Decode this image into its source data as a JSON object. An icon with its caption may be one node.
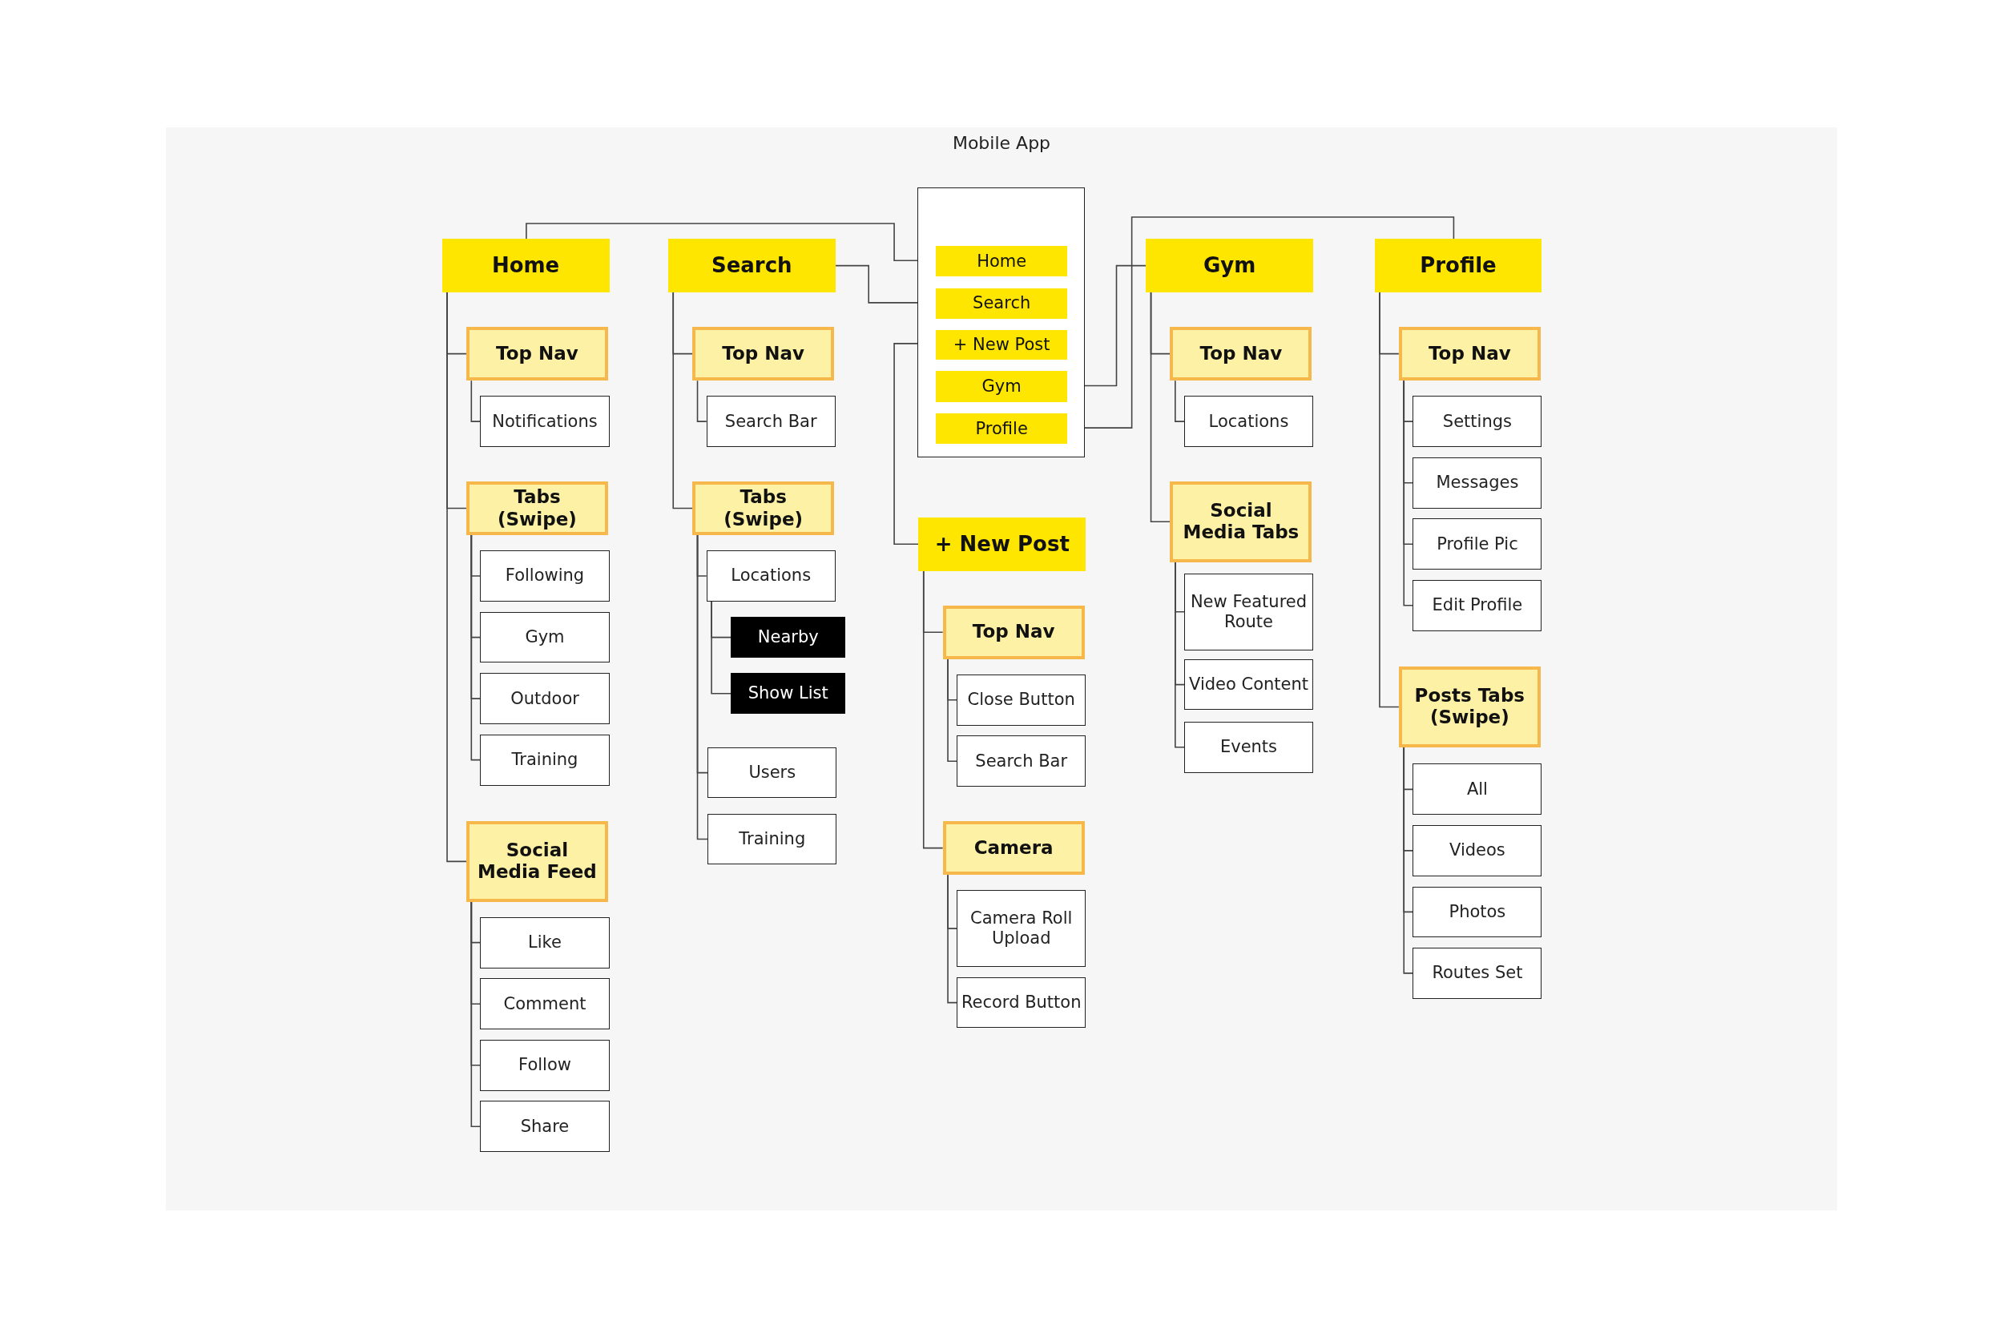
{
  "diagram": {
    "title": "Mobile App",
    "nodes": [
      {
        "text": [],
        "shape": "box"
      },
      {
        "text": [
          "Home"
        ],
        "in": 0
      },
      {
        "text": [
          "Search"
        ],
        "in": 0
      },
      {
        "text": [
          "+ New Post"
        ],
        "in": 0
      },
      {
        "text": [
          "Gym"
        ],
        "in": 0
      },
      {
        "text": [
          "Profile"
        ],
        "in": 0
      },
      {
        "text": [
          "Home"
        ]
      },
      {
        "text": [
          "Top Nav"
        ]
      },
      {
        "text": [
          "Notifications"
        ]
      },
      {
        "text": [
          "Tabs (Swipe)"
        ]
      },
      {
        "text": [
          "Following"
        ]
      },
      {
        "text": [
          "Gym"
        ]
      },
      {
        "text": [
          "Outdoor"
        ]
      },
      {
        "text": [
          "Training"
        ]
      },
      {
        "text": [
          "Social Media Feed"
        ]
      },
      {
        "text": [
          "Like"
        ]
      },
      {
        "text": [
          "Comment"
        ]
      },
      {
        "text": [
          "Follow"
        ]
      },
      {
        "text": [
          "Share"
        ]
      },
      {
        "text": [
          "Search"
        ]
      },
      {
        "text": [
          "Top Nav"
        ]
      },
      {
        "text": [
          "Search Bar"
        ]
      },
      {
        "text": [
          "Tabs (Swipe)"
        ]
      },
      {
        "text": [
          "Locations"
        ]
      },
      {
        "text": [
          "Nearby"
        ]
      },
      {
        "text": [
          "Show List"
        ]
      },
      {
        "text": [
          "Users"
        ]
      },
      {
        "text": [
          "Training"
        ]
      },
      {
        "text": [
          "+ New Post"
        ]
      },
      {
        "text": [
          "Top Nav"
        ]
      },
      {
        "text": [
          "Close Button"
        ]
      },
      {
        "text": [
          "Search Bar"
        ]
      },
      {
        "text": [
          "Camera"
        ]
      },
      {
        "text": [
          "Camera Roll Upload"
        ]
      },
      {
        "text": [
          "Record Button"
        ]
      },
      {
        "text": [
          "Gym"
        ]
      },
      {
        "text": [
          "Top Nav"
        ]
      },
      {
        "text": [
          "Locations"
        ]
      },
      {
        "text": [
          "Social Media Tabs"
        ]
      },
      {
        "text": [
          "New Featured Route"
        ]
      },
      {
        "text": [
          "Video Content"
        ]
      },
      {
        "text": [
          "Events"
        ]
      },
      {
        "text": [
          "Profile"
        ]
      },
      {
        "text": [
          "Top Nav"
        ]
      },
      {
        "text": [
          "Settings"
        ]
      },
      {
        "text": [
          "Messages"
        ]
      },
      {
        "text": [
          "Profile Pic"
        ]
      },
      {
        "text": [
          "Edit Profile"
        ]
      },
      {
        "text": [
          "Posts Tabs (Swipe)"
        ]
      },
      {
        "text": [
          "All"
        ]
      },
      {
        "text": [
          "Videos"
        ]
      },
      {
        "text": [
          "Photos"
        ]
      },
      {
        "text": [
          "Routes Set"
        ]
      }
    ],
    "edges": [
      {
        "from": 1,
        "to": 6,
        "arrow": "none"
      },
      {
        "from": 2,
        "to": 19,
        "arrow": "none"
      },
      {
        "from": 3,
        "to": 28,
        "arrow": "none"
      },
      {
        "from": 4,
        "to": 35,
        "arrow": "none"
      },
      {
        "from": 5,
        "to": 42,
        "arrow": "none"
      },
      {
        "from": 6,
        "to": 7,
        "arrow": "none"
      },
      {
        "from": 7,
        "to": 8,
        "arrow": "none"
      },
      {
        "from": 6,
        "to": 9,
        "arrow": "none"
      },
      {
        "from": 9,
        "to": 10,
        "arrow": "none"
      },
      {
        "from": 9,
        "to": 11,
        "arrow": "none"
      },
      {
        "from": 9,
        "to": 12,
        "arrow": "none"
      },
      {
        "from": 9,
        "to": 13,
        "arrow": "none"
      },
      {
        "from": 6,
        "to": 14,
        "arrow": "none"
      },
      {
        "from": 14,
        "to": 15,
        "arrow": "none"
      },
      {
        "from": 14,
        "to": 16,
        "arrow": "none"
      },
      {
        "from": 14,
        "to": 17,
        "arrow": "none"
      },
      {
        "from": 14,
        "to": 18,
        "arrow": "none"
      },
      {
        "from": 19,
        "to": 20,
        "arrow": "none"
      },
      {
        "from": 20,
        "to": 21,
        "arrow": "none"
      },
      {
        "from": 19,
        "to": 22,
        "arrow": "none"
      },
      {
        "from": 22,
        "to": 23,
        "arrow": "none"
      },
      {
        "from": 23,
        "to": 24,
        "arrow": "none"
      },
      {
        "from": 23,
        "to": 25,
        "arrow": "none"
      },
      {
        "from": 22,
        "to": 26,
        "arrow": "none"
      },
      {
        "from": 22,
        "to": 27,
        "arrow": "none"
      },
      {
        "from": 28,
        "to": 29,
        "arrow": "none"
      },
      {
        "from": 29,
        "to": 30,
        "arrow": "none"
      },
      {
        "from": 29,
        "to": 31,
        "arrow": "none"
      },
      {
        "from": 28,
        "to": 32,
        "arrow": "none"
      },
      {
        "from": 32,
        "to": 33,
        "arrow": "none"
      },
      {
        "from": 32,
        "to": 34,
        "arrow": "none"
      },
      {
        "from": 35,
        "to": 36,
        "arrow": "none"
      },
      {
        "from": 36,
        "to": 37,
        "arrow": "none"
      },
      {
        "from": 35,
        "to": 38,
        "arrow": "none"
      },
      {
        "from": 38,
        "to": 39,
        "arrow": "none"
      },
      {
        "from": 38,
        "to": 40,
        "arrow": "none"
      },
      {
        "from": 38,
        "to": 41,
        "arrow": "none"
      },
      {
        "from": 42,
        "to": 43,
        "arrow": "none"
      },
      {
        "from": 43,
        "to": 44,
        "arrow": "none"
      },
      {
        "from": 43,
        "to": 45,
        "arrow": "none"
      },
      {
        "from": 43,
        "to": 46,
        "arrow": "none"
      },
      {
        "from": 43,
        "to": 47,
        "arrow": "none"
      },
      {
        "from": 42,
        "to": 48,
        "arrow": "none"
      },
      {
        "from": 48,
        "to": 49,
        "arrow": "none"
      },
      {
        "from": 48,
        "to": 50,
        "arrow": "none"
      },
      {
        "from": 48,
        "to": 51,
        "arrow": "none"
      },
      {
        "from": 48,
        "to": 52,
        "arrow": "none"
      }
    ]
  }
}
